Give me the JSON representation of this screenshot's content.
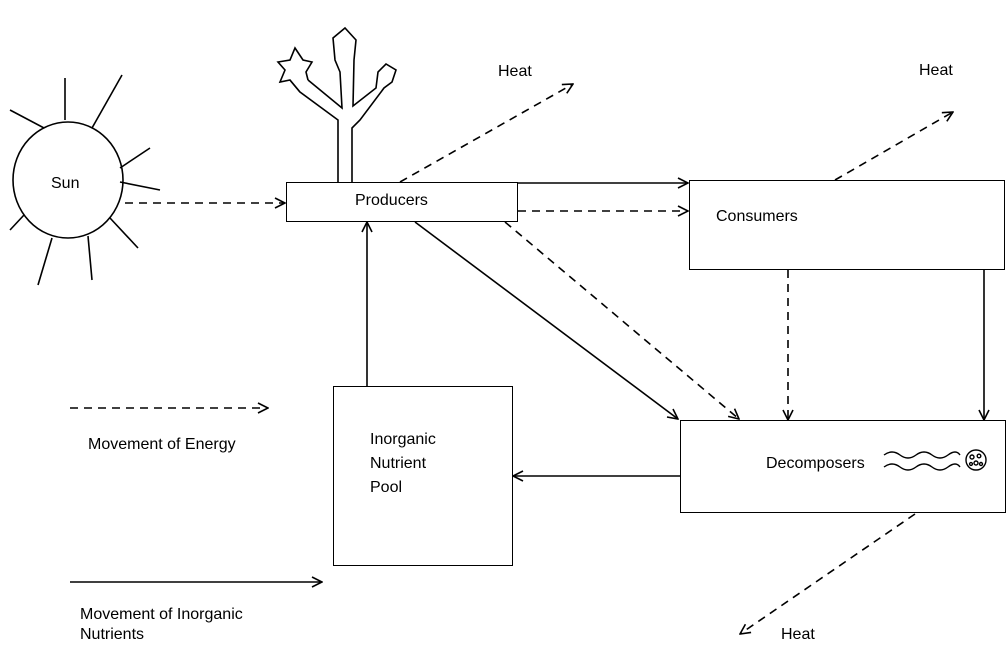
{
  "nodes": {
    "sun": "Sun",
    "producers": "Producers",
    "consumers": "Consumers",
    "decomposers": "Decomposers",
    "pool_line1": "Inorganic",
    "pool_line2": "Nutrient",
    "pool_line3": "Pool"
  },
  "heat_labels": {
    "producers": "Heat",
    "consumers": "Heat",
    "decomposers": "Heat"
  },
  "legend": {
    "energy": "Movement of Energy",
    "nutrients_line1": "Movement of Inorganic",
    "nutrients_line2": "Nutrients"
  },
  "icons": [
    "sun-icon",
    "tree-icon",
    "bacteria-icon"
  ]
}
